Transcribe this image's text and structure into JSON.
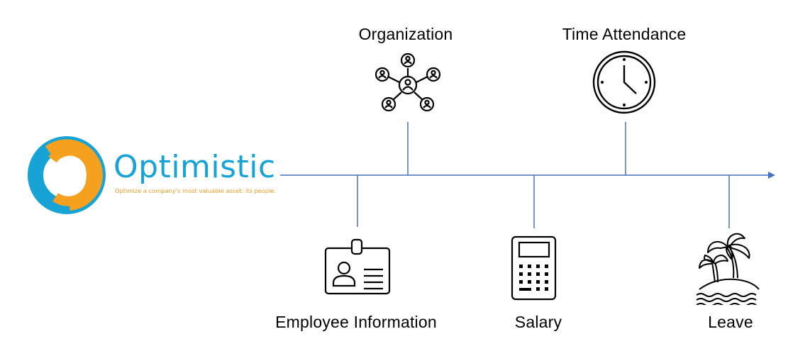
{
  "logo": {
    "name": "Optimistic",
    "tagline": "Optimize a company's most valuable asset: its people.",
    "colors": {
      "blue": "#17a3d6",
      "orange": "#f5a01f"
    }
  },
  "timeline": {
    "axis_color": "#4472c4",
    "direction": "left-to-right",
    "nodes": [
      {
        "label": "Employee Information",
        "position": "below",
        "icon": "id-badge-icon"
      },
      {
        "label": "Organization",
        "position": "above",
        "icon": "network-people-icon"
      },
      {
        "label": "Salary",
        "position": "below",
        "icon": "calculator-icon"
      },
      {
        "label": "Time Attendance",
        "position": "above",
        "icon": "clock-icon"
      },
      {
        "label": "Leave",
        "position": "below",
        "icon": "palm-island-icon"
      }
    ]
  }
}
